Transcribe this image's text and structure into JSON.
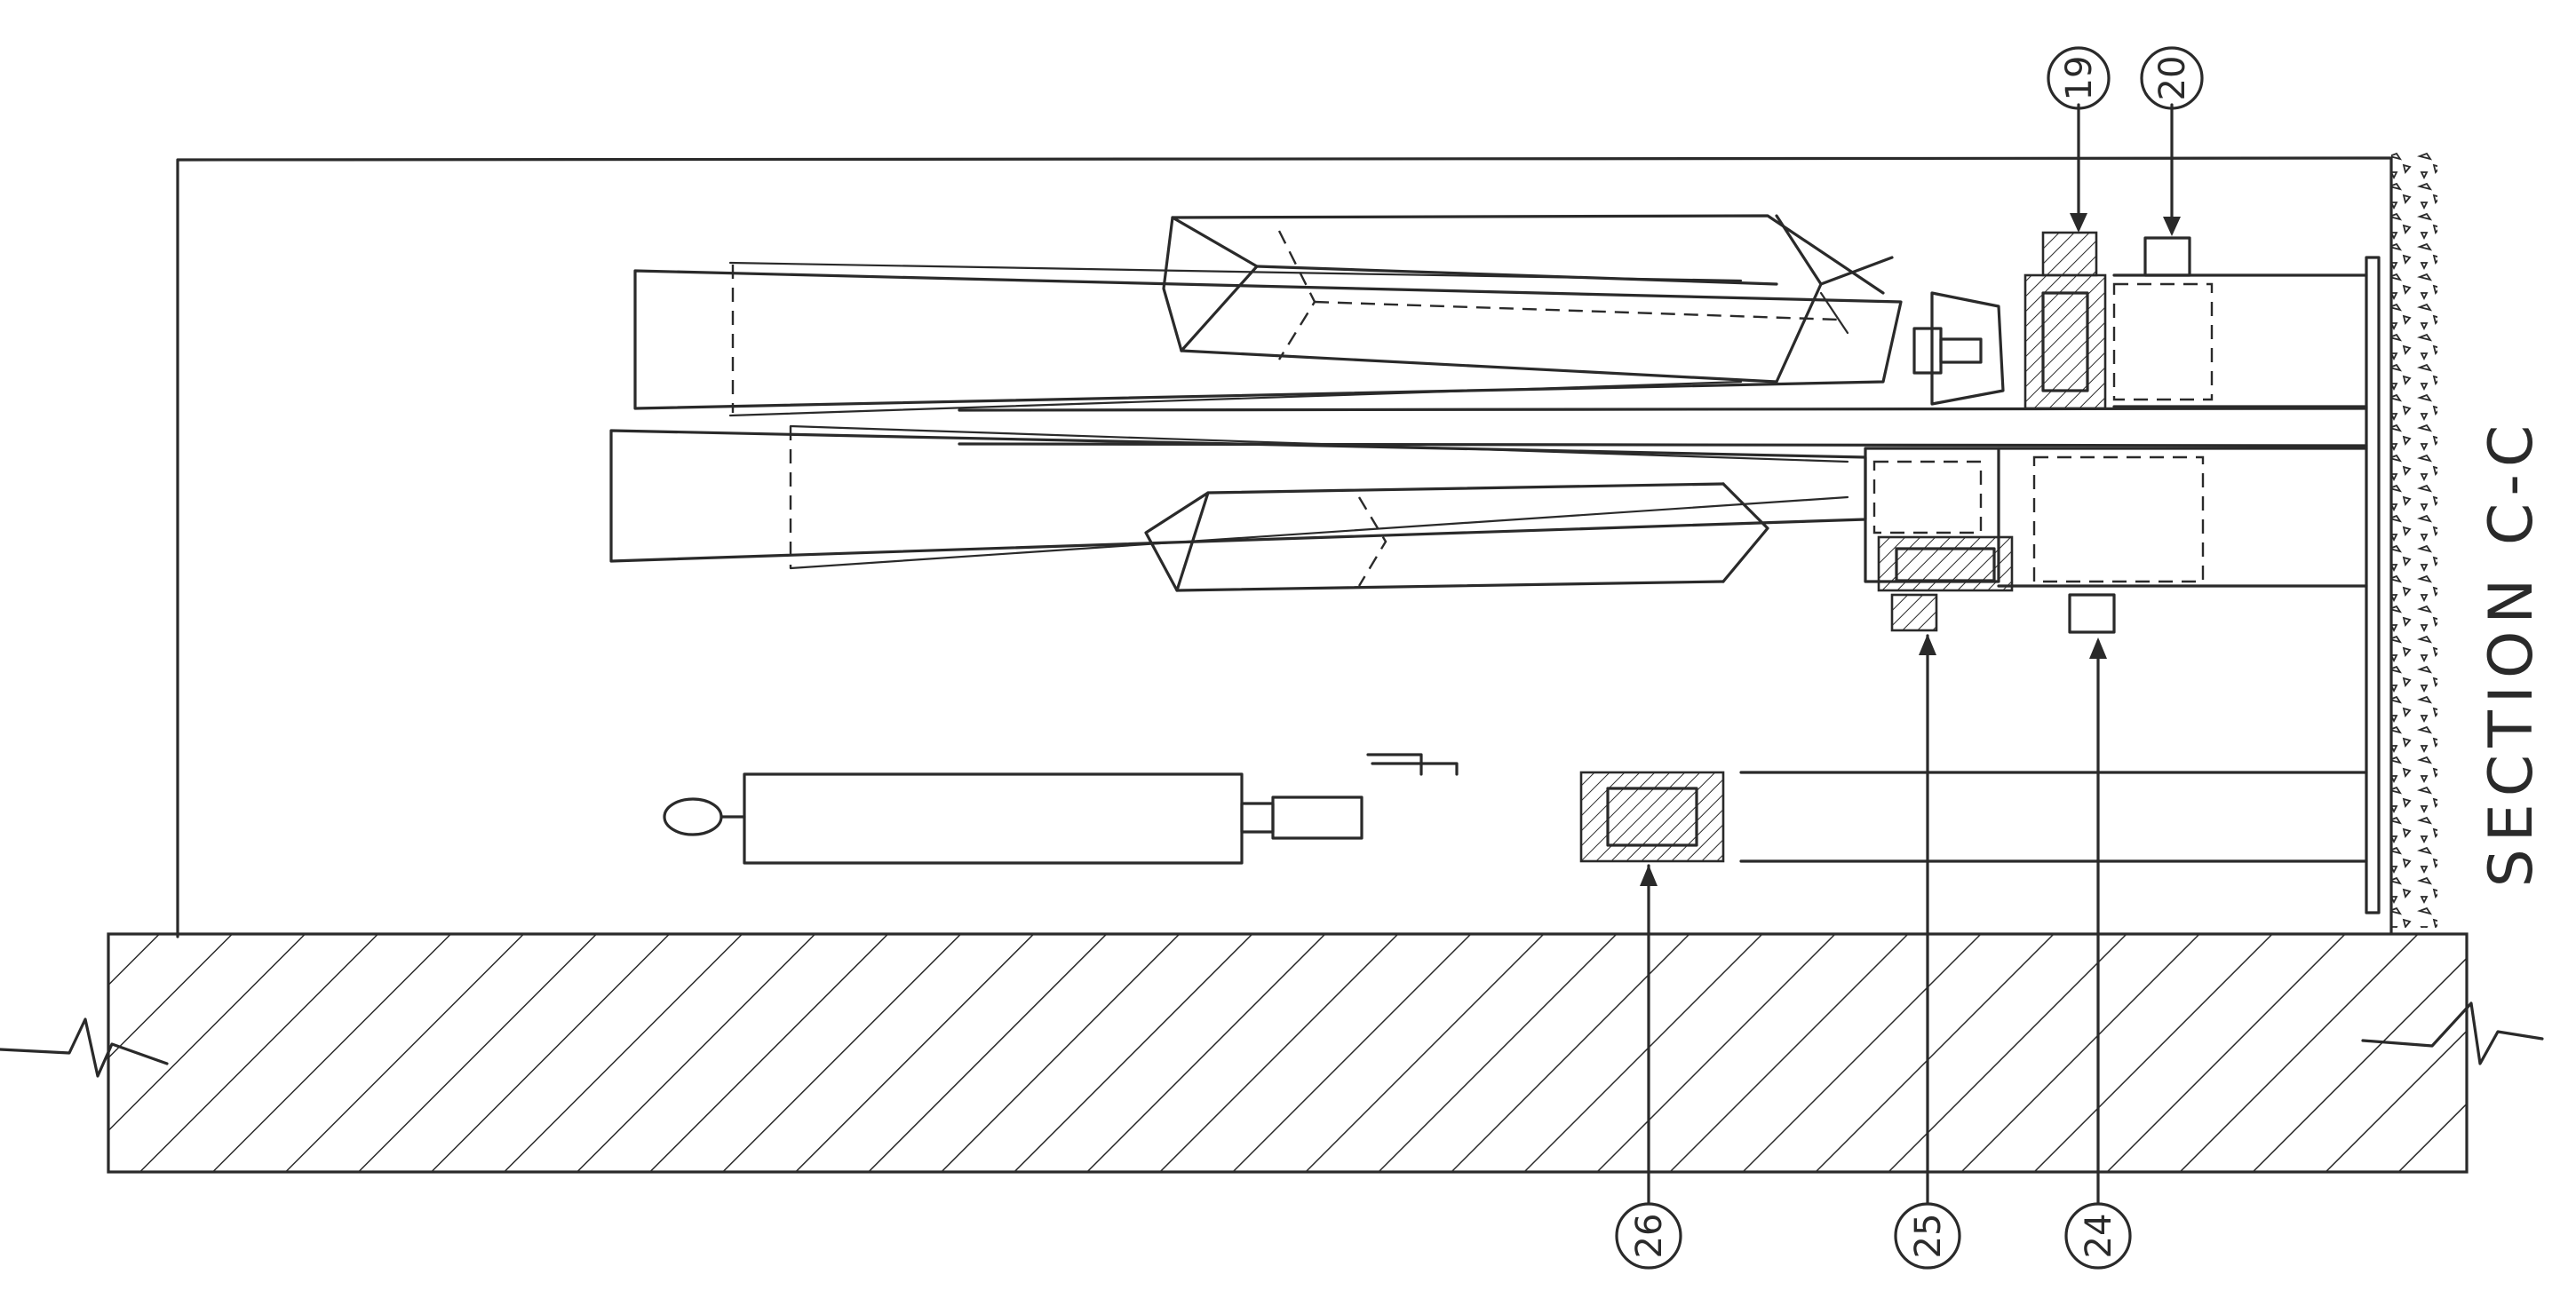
{
  "drawing": {
    "section_label": "SECTION C-C",
    "callouts": {
      "c19": "19",
      "c20": "20",
      "c24": "24",
      "c25": "25",
      "c26": "26"
    }
  }
}
